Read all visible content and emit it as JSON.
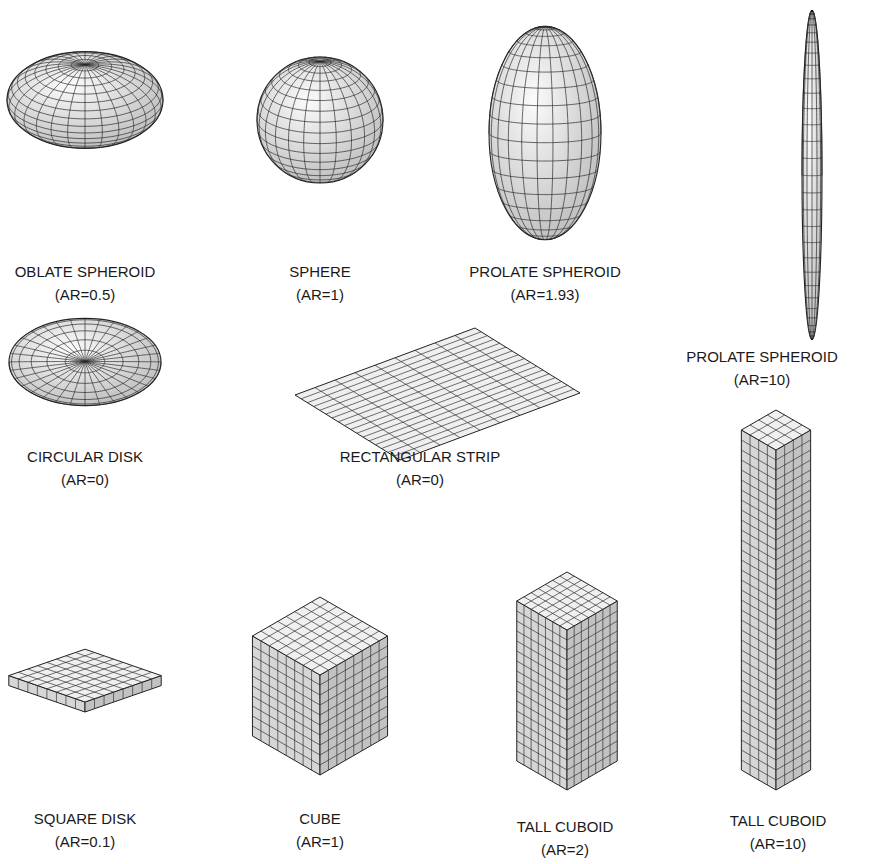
{
  "diagram": {
    "labels": [
      "OBLATE SPHEROID",
      "(AR=0.5)",
      "SPHERE",
      "(AR=1)",
      "PROLATE SPHEROID",
      "(AR=1.93)",
      "PROLATE SPHEROID",
      "(AR=10)",
      "CIRCULAR DISK",
      "(AR=0)",
      "RECTANGULAR STRIP",
      "(AR=0)",
      "SQUARE DISK",
      "(AR=0.1)",
      "CUBE",
      "(AR=1)",
      "TALL CUBOID",
      "(AR=2)",
      "TALL CUBOID",
      "(AR=10)"
    ]
  }
}
